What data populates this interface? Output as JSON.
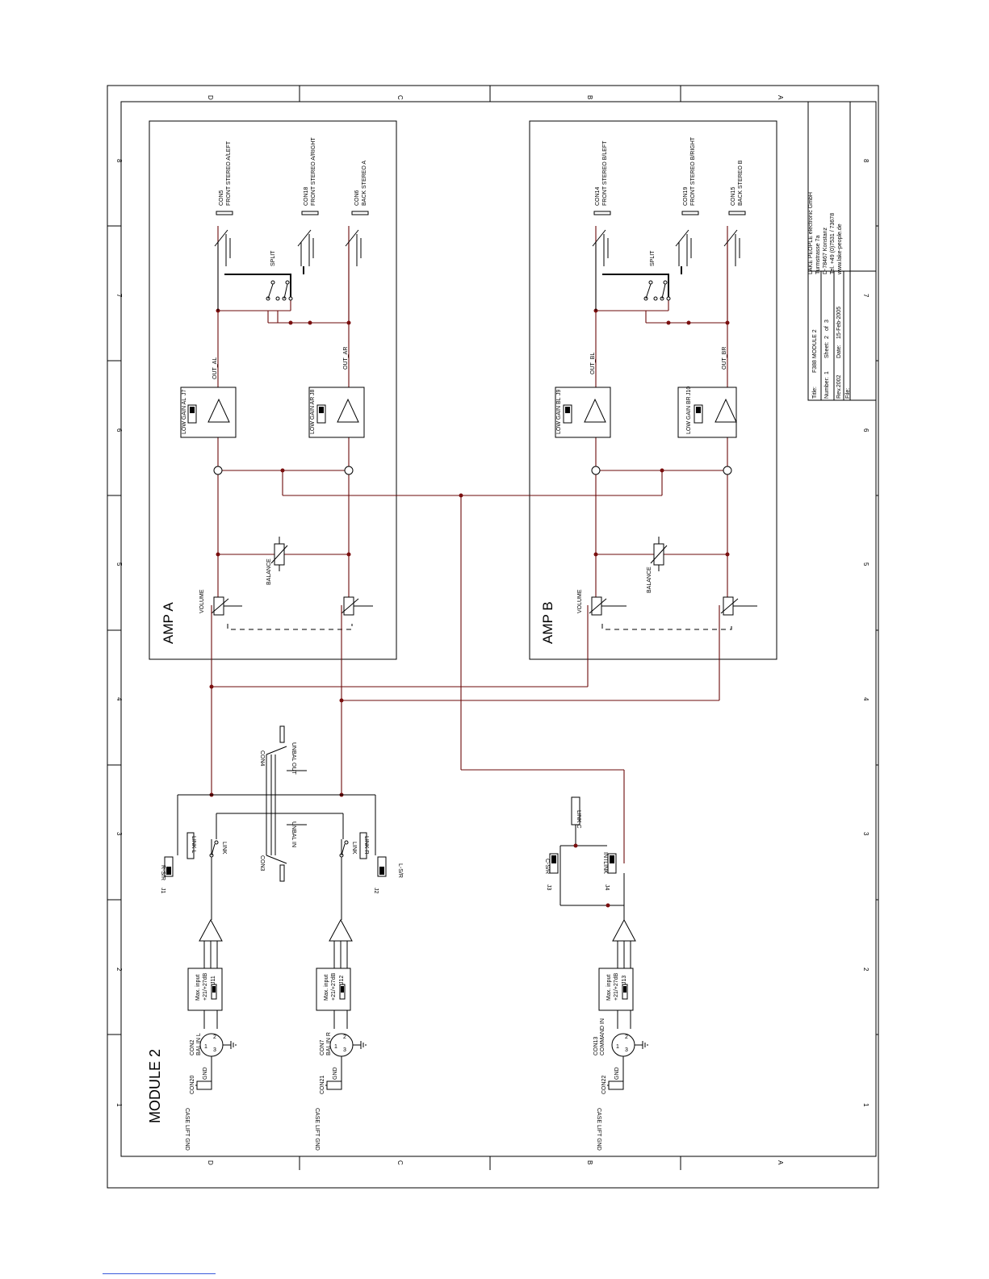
{
  "sheet": {
    "module_title": "MODULE 2",
    "zone_letters": [
      "D",
      "C",
      "B",
      "A"
    ],
    "zone_numbers": [
      "1",
      "2",
      "3",
      "4",
      "5",
      "6",
      "7",
      "8"
    ]
  },
  "amp_a": {
    "title": "AMP A",
    "volume": "VOLUME",
    "balance": "BALANCE",
    "split": "SPLIT",
    "out_left_net": "OUT_AL",
    "out_right_net": "OUT_AR",
    "gain_left": "LOW GAIN AL",
    "gain_left_ref": "J7",
    "gain_right": "LOW GAIN AR",
    "gain_right_ref": "J8",
    "conn_front_left_ref": "CON5",
    "conn_front_left": "FRONT STEREO A/LEFT",
    "conn_front_right_ref": "CON18",
    "conn_front_right": "FRONT STEREO A/RIGHT",
    "conn_back_ref": "CON6",
    "conn_back": "BACK STEREO A"
  },
  "amp_b": {
    "title": "AMP B",
    "volume": "VOLUME",
    "balance": "BALANCE",
    "split": "SPLIT",
    "out_left_net": "OUT_BL",
    "out_right_net": "OUT_BR",
    "gain_left": "LOW GAIN BL",
    "gain_left_ref": "J9",
    "gain_right": "LOW GAIN BR",
    "gain_right_ref": "J10",
    "conn_front_left_ref": "CON14",
    "conn_front_left": "FRONT STEREO B/LEFT",
    "conn_front_right_ref": "CON19",
    "conn_front_right": "FRONT STEREO B/RIGHT",
    "conn_back_ref": "CON15",
    "conn_back": "BACK STEREO B"
  },
  "input_section": {
    "gnd": "GND",
    "case_lift_gnd": "CASE LIFT GND",
    "ch_l_ref": "CON2",
    "ch_l_label": "BAL IN L",
    "ch_l_jumper_ref": "CON20",
    "ch_l_max": "Max. input",
    "ch_l_gain": "+21/+27dB",
    "ch_l_jref": "J11",
    "ch_r_ref": "CON7",
    "ch_r_label": "BAL IN R",
    "ch_r_jumper_ref": "CON21",
    "ch_r_max": "Max. input",
    "ch_r_gain": "+21/+27dB",
    "ch_r_jref": "J12",
    "ch_c_ref": "CON13",
    "ch_c_label": "COMMAND IN",
    "ch_c_jumper_ref": "CON22",
    "ch_c_max": "Max. input",
    "ch_c_gain": "+21/+27dB",
    "ch_c_jref": "J13",
    "unbal_in_ref": "CON3",
    "unbal_in": "UNBAL IN",
    "unbal_out_ref": "CON4",
    "unbal_out": "UNBAL OUT",
    "j1_ref": "J1",
    "r_sr": "R-S/R",
    "link_l": "LINK L",
    "link": "LINK",
    "j2_ref": "J2",
    "l_sr": "L-S/R",
    "link_r": "LINK R",
    "j3_ref": "J3",
    "c_sr": "C-S/R",
    "j4_ref": "J4",
    "intlink": "INTLINK",
    "link_c": "LINK C",
    "pin1": "1",
    "pin2": "2",
    "pin3": "3"
  },
  "title_block": {
    "company": "LAKE PEOPLE electronic GmbH",
    "street": "Turmstrasse 7a",
    "city": "D-78467 Konstanz",
    "tel": "Tel. +49 (0)7531 / 73678",
    "web": "www.lake-people.de",
    "title_label": "Title:",
    "title_value": "F388 MODULE 2",
    "number_label": "Number:",
    "number_value": "1",
    "sheet_label": "Sheet:",
    "sheet_value": "2",
    "sheet_of": "of",
    "sheet_total": "3",
    "rev_label": "Rev.2002",
    "date_label": "Date:",
    "date_value": "15-Feb-2005",
    "file_label": "File:"
  }
}
